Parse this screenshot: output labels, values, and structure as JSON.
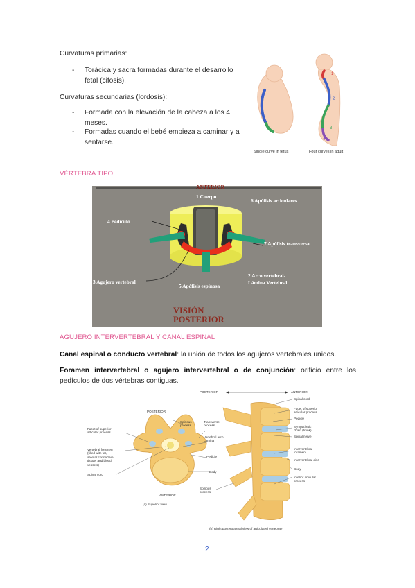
{
  "section1": {
    "primary_title": "Curvaturas primarias:",
    "primary_item": "Torácica y sacra formadas durante el desarrollo fetal (cifosis).",
    "secondary_title": "Curvaturas secundarias (lordosis):",
    "secondary_items": [
      "Formada con la elevación de la cabeza a los 4 meses.",
      "Formadas cuando el bebé empieza a caminar y a sentarse."
    ],
    "bullet": "-"
  },
  "fig_curves": {
    "caption_fetus": "Single curve in fetus",
    "caption_adult": "Four curves in adult",
    "numbers": [
      "1",
      "2",
      "3",
      "4"
    ]
  },
  "section2": {
    "title": "VÉRTEBRA TIPO"
  },
  "vertebra_fig": {
    "top": "ANTERIOR",
    "labels": {
      "body": "1 Cuerpo",
      "articular": "6 Apófisis articulares",
      "pedicle": "4 Pedículo",
      "transverse": "7 Apófisis transversa",
      "arch": "2 Arco vertebral-\nLámina Vertebral",
      "foramen": "3 Agujero vertebral",
      "spinous": "5 Apófisis espinosa"
    },
    "view_line1": "VISIÓN",
    "view_line2": "POSTERIOR",
    "colors": {
      "bg": "#8a8781",
      "body": "#f0ef5a",
      "process": "#22a07a",
      "arch": "#e8301c",
      "red_text": "#8c2a20"
    }
  },
  "section3": {
    "title": "AGUJERO INTERVERTEBRAL Y CANAL ESPINAL",
    "canal_bold": "Canal espinal o conducto vertebral",
    "canal_rest": ": la unión de todos los agujeros vertebrales unidos.",
    "foramen_bold": "Foramen intervertebral o agujero intervertebral o de conjunción",
    "foramen_rest": ": orificio entre los pedículos de dos vértebras contiguas."
  },
  "anatomy_fig": {
    "a_posterior": "POSTERIOR",
    "a_anterior": "ANTERIOR",
    "a_caption": "(a) Superior view",
    "a_left_labels": [
      "Facet of superior\narticular process",
      "Vertebral foramen\n(filled with fat,\nareolar connective\ntissue, and blood\nvessels)",
      "Spinal cord"
    ],
    "a_right_labels": [
      "Spinous\nprocess",
      "Transverse\nprocess",
      "Vertebral arch:\nLamina",
      "Pedicle",
      "Body"
    ],
    "b_posterior": "POSTERIOR",
    "b_anterior": "ANTERIOR",
    "b_right_labels": [
      "Spinal cord",
      "Facet of superior\narticular process",
      "Pedicle",
      "Sympathetic\nchain (trunk)",
      "Spinal nerve",
      "Intervertebral\nforamen",
      "Intervertebral disc",
      "Body",
      "Inferior articular\nprocess"
    ],
    "b_left_label": "Spinous\nprocess",
    "b_caption": "(b) Right posterolateral view of articulated vertebrae"
  },
  "page_number": "2"
}
